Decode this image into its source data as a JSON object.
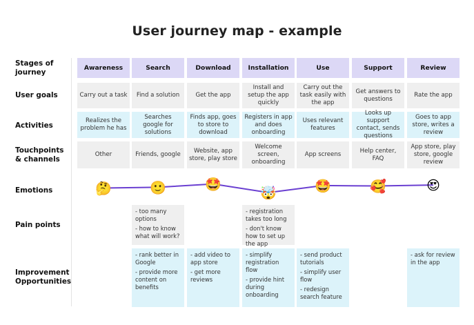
{
  "title": "User journey map - example",
  "row_labels": {
    "stages": "Stages of journey",
    "goals": "User goals",
    "activities": "Activities",
    "touchpoints": "Touchpoints & channels",
    "emotions": "Emotions",
    "pain": "Pain points",
    "improvement": "Improvement Opportunities"
  },
  "stages": [
    "Awareness",
    "Search",
    "Download",
    "Installation",
    "Use",
    "Support",
    "Review"
  ],
  "goals": [
    "Carry out a task",
    "Find a solution",
    "Get the app",
    "Install and setup the app quickly",
    "Carry out the task easily with the app",
    "Get answers to questions",
    "Rate the app"
  ],
  "activities": [
    "Realizes the problem he has",
    "Searches google for solutions",
    "Finds app, goes to store to download",
    "Registers in app and does onboarding",
    "Uses relevant features",
    "Looks up support contact, sends questions",
    "Goes to app store, writes a review"
  ],
  "touchpoints": [
    "Other",
    "Friends, google",
    "Website, app store, play store",
    "Welcome screen, onboarding",
    "App screens",
    "Help center, FAQ",
    "App store, play store, google review"
  ],
  "emotions": {
    "emoji": [
      "🤔",
      "🙂",
      "🤩",
      "🤯",
      "🤩",
      "🥰",
      "😍"
    ],
    "icon_names": [
      "thinking-face",
      "slightly-smiling-face",
      "star-struck",
      "exploding-head",
      "star-struck",
      "smiling-face-with-hearts",
      "heart-eyes"
    ],
    "levels": [
      0.42,
      0.48,
      0.74,
      0.05,
      0.62,
      0.58,
      0.66
    ],
    "line_color": "#6a3fd1"
  },
  "pain_points": [
    [],
    [
      "- too many options",
      "- how to know what will work?"
    ],
    [],
    [
      "- registration takes too long",
      "- don't know how to set up the app"
    ],
    [],
    [],
    []
  ],
  "improvements": [
    [],
    [
      "- rank better in Google",
      "- provide more content on benefits"
    ],
    [
      "- add video to app store",
      "- get more reviews"
    ],
    [
      "- simplify registration flow",
      "- provide hint during onboarding"
    ],
    [
      "- send product tutorials",
      "- simplify user flow",
      "- redesign search feature"
    ],
    [],
    [
      "- ask for review in the app"
    ]
  ],
  "colors": {
    "stage_bg": "#dcd8f6",
    "grey_bg": "#efefef",
    "blue_bg": "#dcf3fa"
  }
}
